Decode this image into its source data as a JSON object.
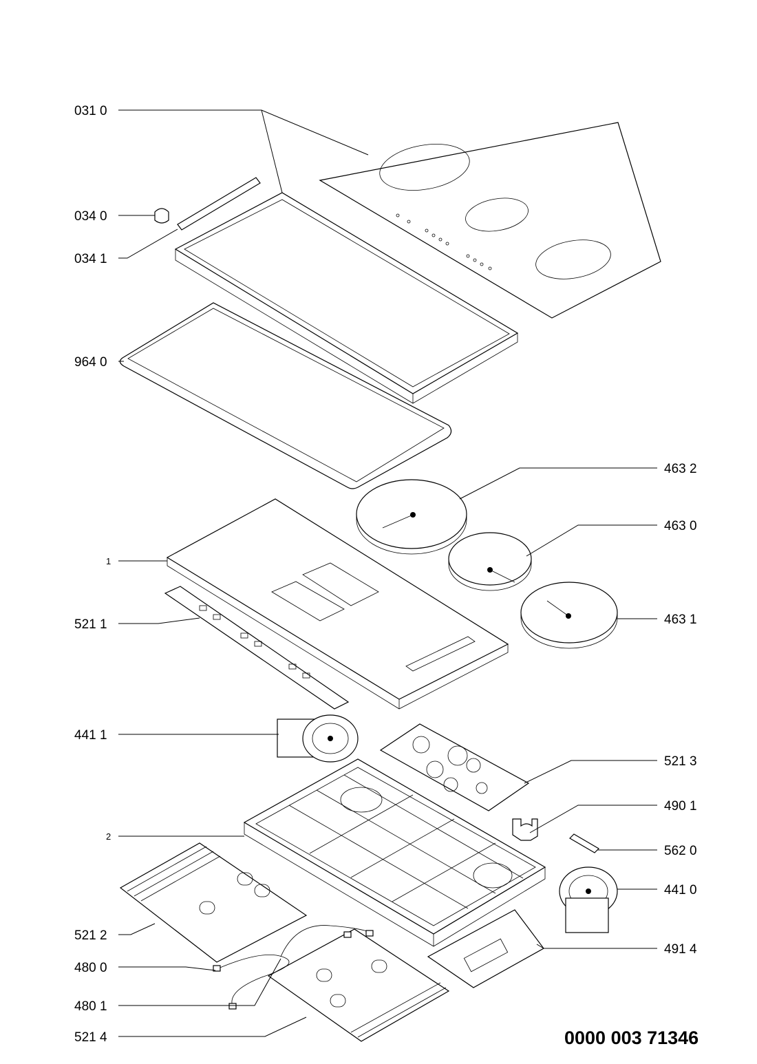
{
  "parts": [
    {
      "id": "p0310",
      "label": "031 0"
    },
    {
      "id": "p0340",
      "label": "034 0"
    },
    {
      "id": "p0341",
      "label": "034 1"
    },
    {
      "id": "p9640",
      "label": "964 0"
    },
    {
      "id": "p4632",
      "label": "463 2"
    },
    {
      "id": "p4630",
      "label": "463 0"
    },
    {
      "id": "p1",
      "label": "1"
    },
    {
      "id": "p5211",
      "label": "521 1"
    },
    {
      "id": "p4631",
      "label": "463 1"
    },
    {
      "id": "p4411",
      "label": "441 1"
    },
    {
      "id": "p5213",
      "label": "521 3"
    },
    {
      "id": "p4901",
      "label": "490 1"
    },
    {
      "id": "p2",
      "label": "2"
    },
    {
      "id": "p5620",
      "label": "562 0"
    },
    {
      "id": "p4410",
      "label": "441 0"
    },
    {
      "id": "p5212",
      "label": "521 2"
    },
    {
      "id": "p4914",
      "label": "491 4"
    },
    {
      "id": "p4800",
      "label": "480 0"
    },
    {
      "id": "p4801",
      "label": "480 1"
    },
    {
      "id": "p5214",
      "label": "521 4"
    }
  ],
  "document_number": "0000 003 71346"
}
